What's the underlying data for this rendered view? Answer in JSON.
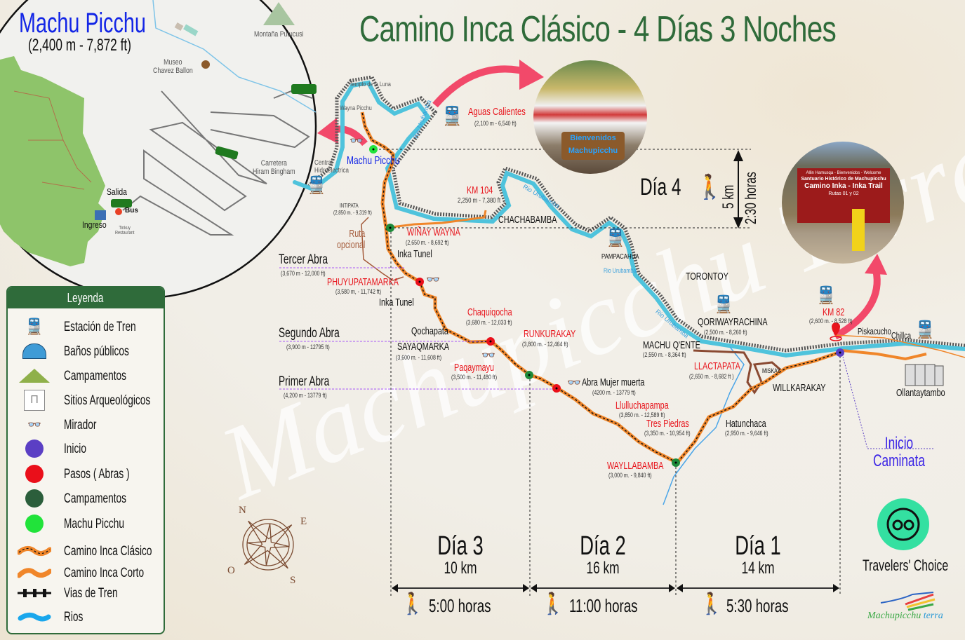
{
  "title": "Camino Inca Clásico - 4 Días 3 Noches",
  "inset": {
    "title": "Machu Picchu",
    "elevation": "(2,400 m - 7,872 ft)",
    "labels": {
      "montana": "Montaña Putucusi",
      "museo": "Museo\nChavez Ballon",
      "carretera": "Carretera\nHiram Bingham",
      "salida": "Salida",
      "bus": "Bus",
      "ingreso": "Ingreso",
      "restaurant": "Tinkuy\nRestaurant"
    }
  },
  "places": {
    "templo_luna": "Templo de la Luna",
    "wayna_picchu": "Wayna Picchu",
    "central": "Central Hidroelectrica",
    "machu_picchu": "Machu Picchu",
    "aguas_calientes": {
      "name": "Aguas Calientes",
      "elev": "(2,100 m - 6,540 ft)"
    },
    "rio_urubamba": "Rio Urubamba",
    "km104": {
      "name": "KM 104",
      "elev": "2,250 m - 7,380 ft"
    },
    "intipata": {
      "name": "INTIPATA",
      "elev": "(2,850 m. - 9,319 ft)"
    },
    "chachabamba": "CHACHABAMBA",
    "winay_wayna": {
      "name": "WIÑAY WAYNA",
      "elev": "(2,650 m. - 8,692 ft)"
    },
    "ruta_opcional": "Ruta\nopcional",
    "inka_tunel_1": "Inka Tunel",
    "inka_tunel_2": "Inka Tunel",
    "tercer_abra": {
      "name": "Tercer Abra",
      "elev": "(3,670 m - 12,000 ft)"
    },
    "phuyupatamarka": {
      "name": "PHUYUPATAMARKA",
      "elev": "(3,580 m, - 11,742 ft)"
    },
    "segundo_abra": {
      "name": "Segundo Abra",
      "elev": "(3,900 m - 12795 ft)"
    },
    "qochapata": "Qochapata",
    "sayaqmarka": {
      "name": "SAYAQMARKA",
      "elev": "(3,600 m. - 11,608 ft)"
    },
    "chaquiqocha": {
      "name": "Chaquiqocha",
      "elev": "(3,680 m. - 12,033 ft)"
    },
    "runkurakay": {
      "name": "RUNKURAKAY",
      "elev": "(3,800 m. - 12,464 ft)"
    },
    "paqaymayu": {
      "name": "Paqaymayu",
      "elev": "(3,500 m. - 11,480 ft)"
    },
    "primer_abra": {
      "name": "Primer Abra",
      "elev": "(4,200 m - 13779 ft)"
    },
    "abra_mujer": {
      "name": "Abra Mujer muerta",
      "elev": "(4200 m. - 13779 ft)"
    },
    "llulluchapampa": {
      "name": "Llulluchapampa",
      "elev": "(3,850 m. - 12,589 ft)"
    },
    "tres_piedras": {
      "name": "Tres Piedras",
      "elev": "(3,350 m. - 10,954 ft)"
    },
    "wayllabamba": {
      "name": "WAYLLABAMBA",
      "elev": "(3,000 m. - 9,840 ft)"
    },
    "hatunchaca": {
      "name": "Hatunchaca",
      "elev": "(2,950 m. - 9,646 ft)"
    },
    "pampacahua": "PAMPACAHUA",
    "torontoy": "TORONTOY",
    "qoriwayrachina": {
      "name": "QORIWAYRACHINA",
      "elev": "(2,500 m. - 8,260 ft)"
    },
    "machu_qente": {
      "name": "MACHU Q'ENTE",
      "elev": "(2,550 m. - 8,364 ft)"
    },
    "llactapata": {
      "name": "LLACTAPATA",
      "elev": "(2,650 m. - 8,682 ft )"
    },
    "miskay": "MISKAY",
    "willkarakay": "WILLKARAKAY",
    "km82": {
      "name": "KM 82",
      "elev": "(2,600 m. - 8,528 ft)"
    },
    "piskacucho": "Piskacucho",
    "chillca": "Chillca",
    "ollantaytambo": "Ollantaytambo",
    "inicio": "Inicio\nCaminata"
  },
  "day4": {
    "label": "Día 4",
    "km": "5 km",
    "hours": "2:30 horas"
  },
  "days": [
    {
      "label": "Día 3",
      "km": "10 km",
      "hours": "5:00 horas"
    },
    {
      "label": "Día 2",
      "km": "16 km",
      "hours": "11:00 horas"
    },
    {
      "label": "Día 1",
      "km": "14 km",
      "hours": "5:30 horas"
    }
  ],
  "photos": {
    "aguas_sign": "Bienvenidos\nMachupicchu",
    "trail_sign": {
      "line1": "Allin Hamusqa - Bienvenidos - Welcome",
      "line2": "Santuario Histórico de Machupicchu",
      "line3": "Camino Inka - Inka Trail",
      "line4": "Rutas 01 y 02"
    }
  },
  "legend": {
    "title": "Leyenda",
    "items": [
      {
        "label": "Estación de Tren",
        "icon": "train-icon"
      },
      {
        "label": "Baños públicos",
        "icon": "restroom-icon"
      },
      {
        "label": "Campamentos",
        "icon": "tent-icon"
      },
      {
        "label": "Sitios Arqueológicos",
        "icon": "ruins-icon"
      },
      {
        "label": "Mirador",
        "icon": "binoculars-icon"
      },
      {
        "label": "Inicio",
        "icon": "purple-dot",
        "color": "#5b3fc4"
      },
      {
        "label": "Pasos ( Abras )",
        "icon": "red-dot",
        "color": "#ea0f1a"
      },
      {
        "label": "Campamentos",
        "icon": "dark-green-dot",
        "color": "#2b5e3b"
      },
      {
        "label": "Machu Picchu",
        "icon": "green-dot",
        "color": "#21e33a"
      },
      {
        "label": "Camino Inca Clásico",
        "icon": "dashed-orange-line"
      },
      {
        "label": "Camino Inca Corto",
        "icon": "orange-line"
      },
      {
        "label": "Vias de Tren",
        "icon": "rail-icon"
      },
      {
        "label": "Rios",
        "icon": "river-icon"
      }
    ]
  },
  "compass": {
    "n": "N",
    "e": "E",
    "s": "S",
    "o": "O"
  },
  "badge": {
    "label": "Travelers' Choice"
  },
  "brand": {
    "name1": "Machupicchu",
    "name2": "terra"
  },
  "watermark": "Machupicchu Terra",
  "colors": {
    "title_green": "#2f6b3a",
    "river": "#4fc3dc",
    "trail": "#f0862a",
    "pass_red": "#ea0f1a",
    "start_purple": "#5b3fc4",
    "mp_green": "#21e33a",
    "arrow_pink": "#f2496a"
  }
}
